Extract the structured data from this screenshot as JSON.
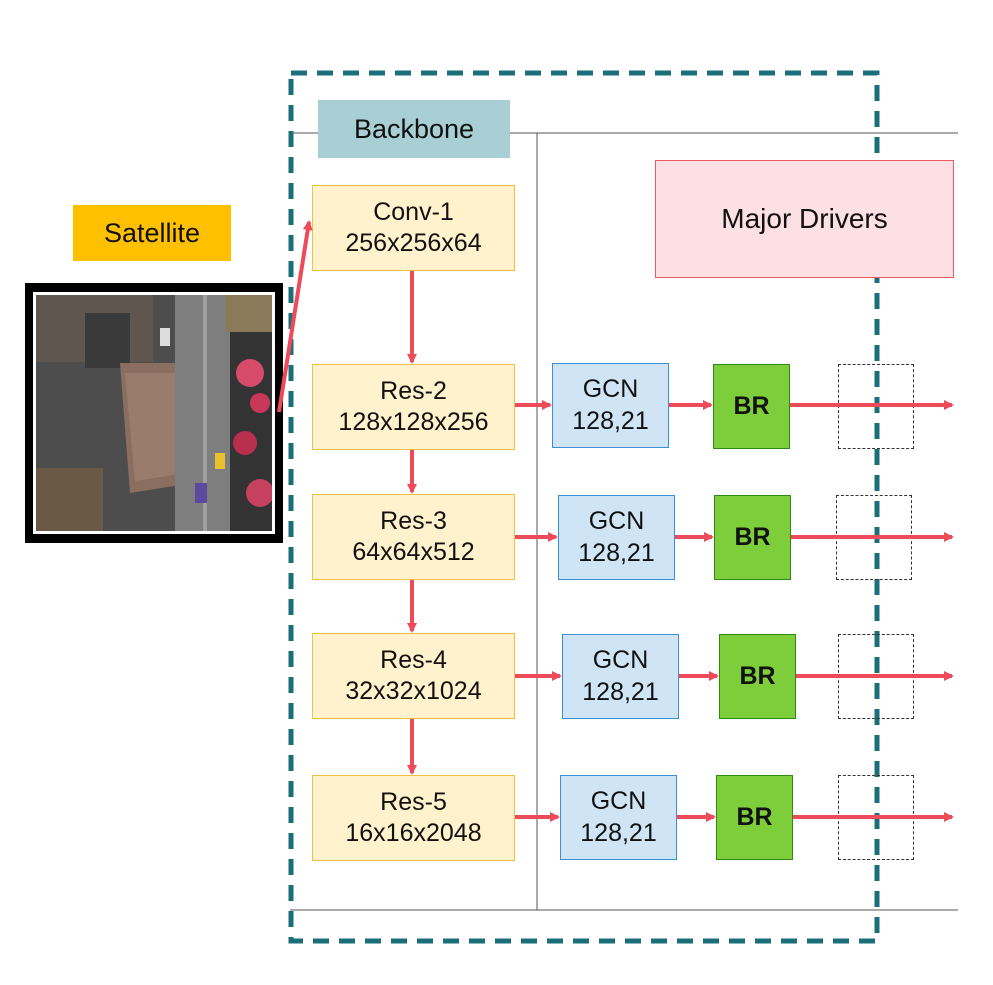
{
  "satellite_label": "Satellite",
  "backbone_label": "Backbone",
  "major_drivers_label": "Major Drivers",
  "backbone_layers": [
    {
      "name": "Conv-1",
      "dims": "256x256x64"
    },
    {
      "name": "Res-2",
      "dims": "128x128x256"
    },
    {
      "name": "Res-3",
      "dims": "64x64x512"
    },
    {
      "name": "Res-4",
      "dims": "32x32x1024"
    },
    {
      "name": "Res-5",
      "dims": "16x16x2048"
    }
  ],
  "gcn_blocks": [
    {
      "name": "GCN",
      "params": "128,21"
    },
    {
      "name": "GCN",
      "params": "128,21"
    },
    {
      "name": "GCN",
      "params": "128,21"
    },
    {
      "name": "GCN",
      "params": "128,21"
    }
  ],
  "br_blocks": [
    {
      "label": "BR"
    },
    {
      "label": "BR"
    },
    {
      "label": "BR"
    },
    {
      "label": "BR"
    }
  ],
  "colors": {
    "arrow": "#ee4b5a",
    "teal_frame": "#1b6f78",
    "backbone_bg": "#a8d0d4",
    "satellite_bg": "#ffc000",
    "drivers_bg": "#fde0e3",
    "drivers_border": "#e85b66"
  }
}
